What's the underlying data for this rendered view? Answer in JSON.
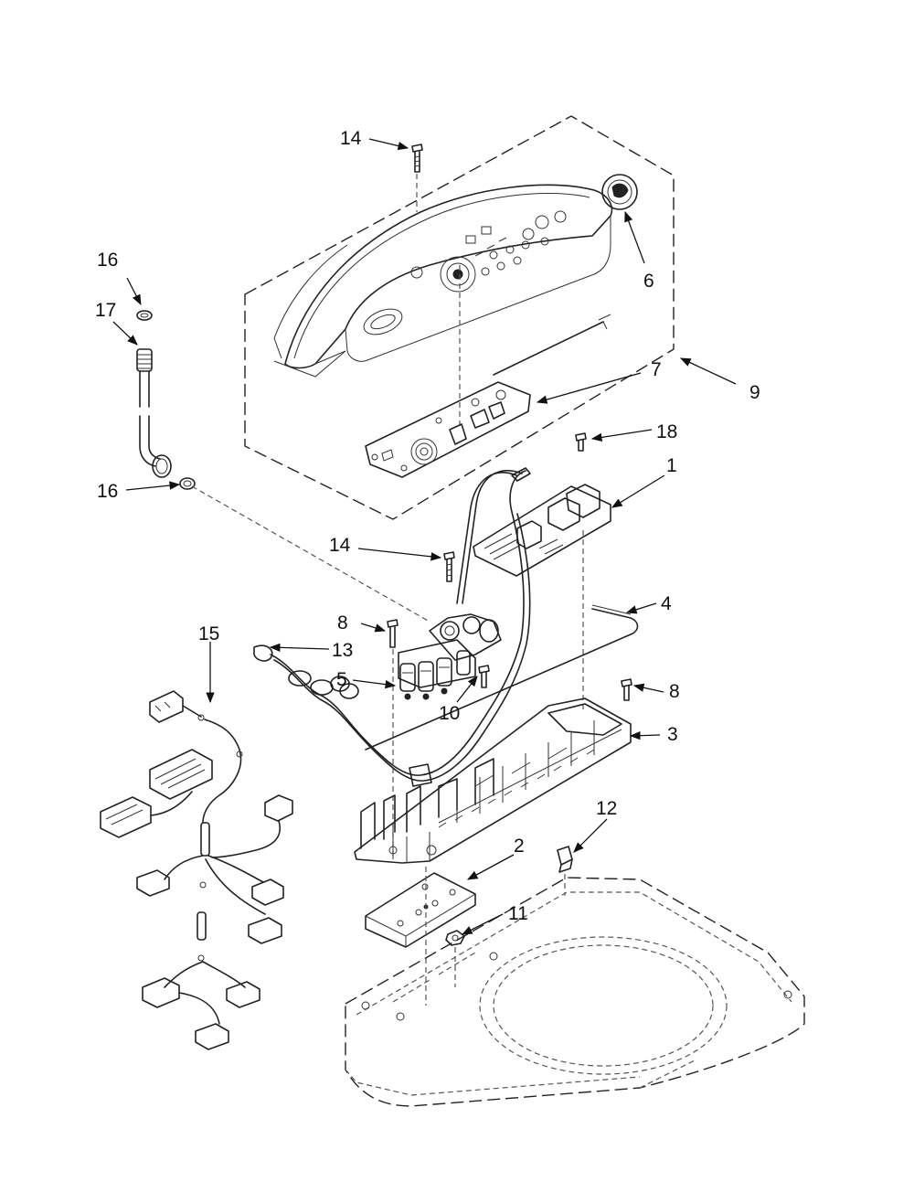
{
  "callouts": {
    "c14a": "14",
    "c16a": "16",
    "c17": "17",
    "c6": "6",
    "c9": "9",
    "c7": "7",
    "c18": "18",
    "c16b": "16",
    "c1": "1",
    "c14b": "14",
    "c4": "4",
    "c8a": "8",
    "c13": "13",
    "c15": "15",
    "c5": "5",
    "c10": "10",
    "c8b": "8",
    "c3": "3",
    "c12": "12",
    "c2": "2",
    "c11": "11"
  }
}
